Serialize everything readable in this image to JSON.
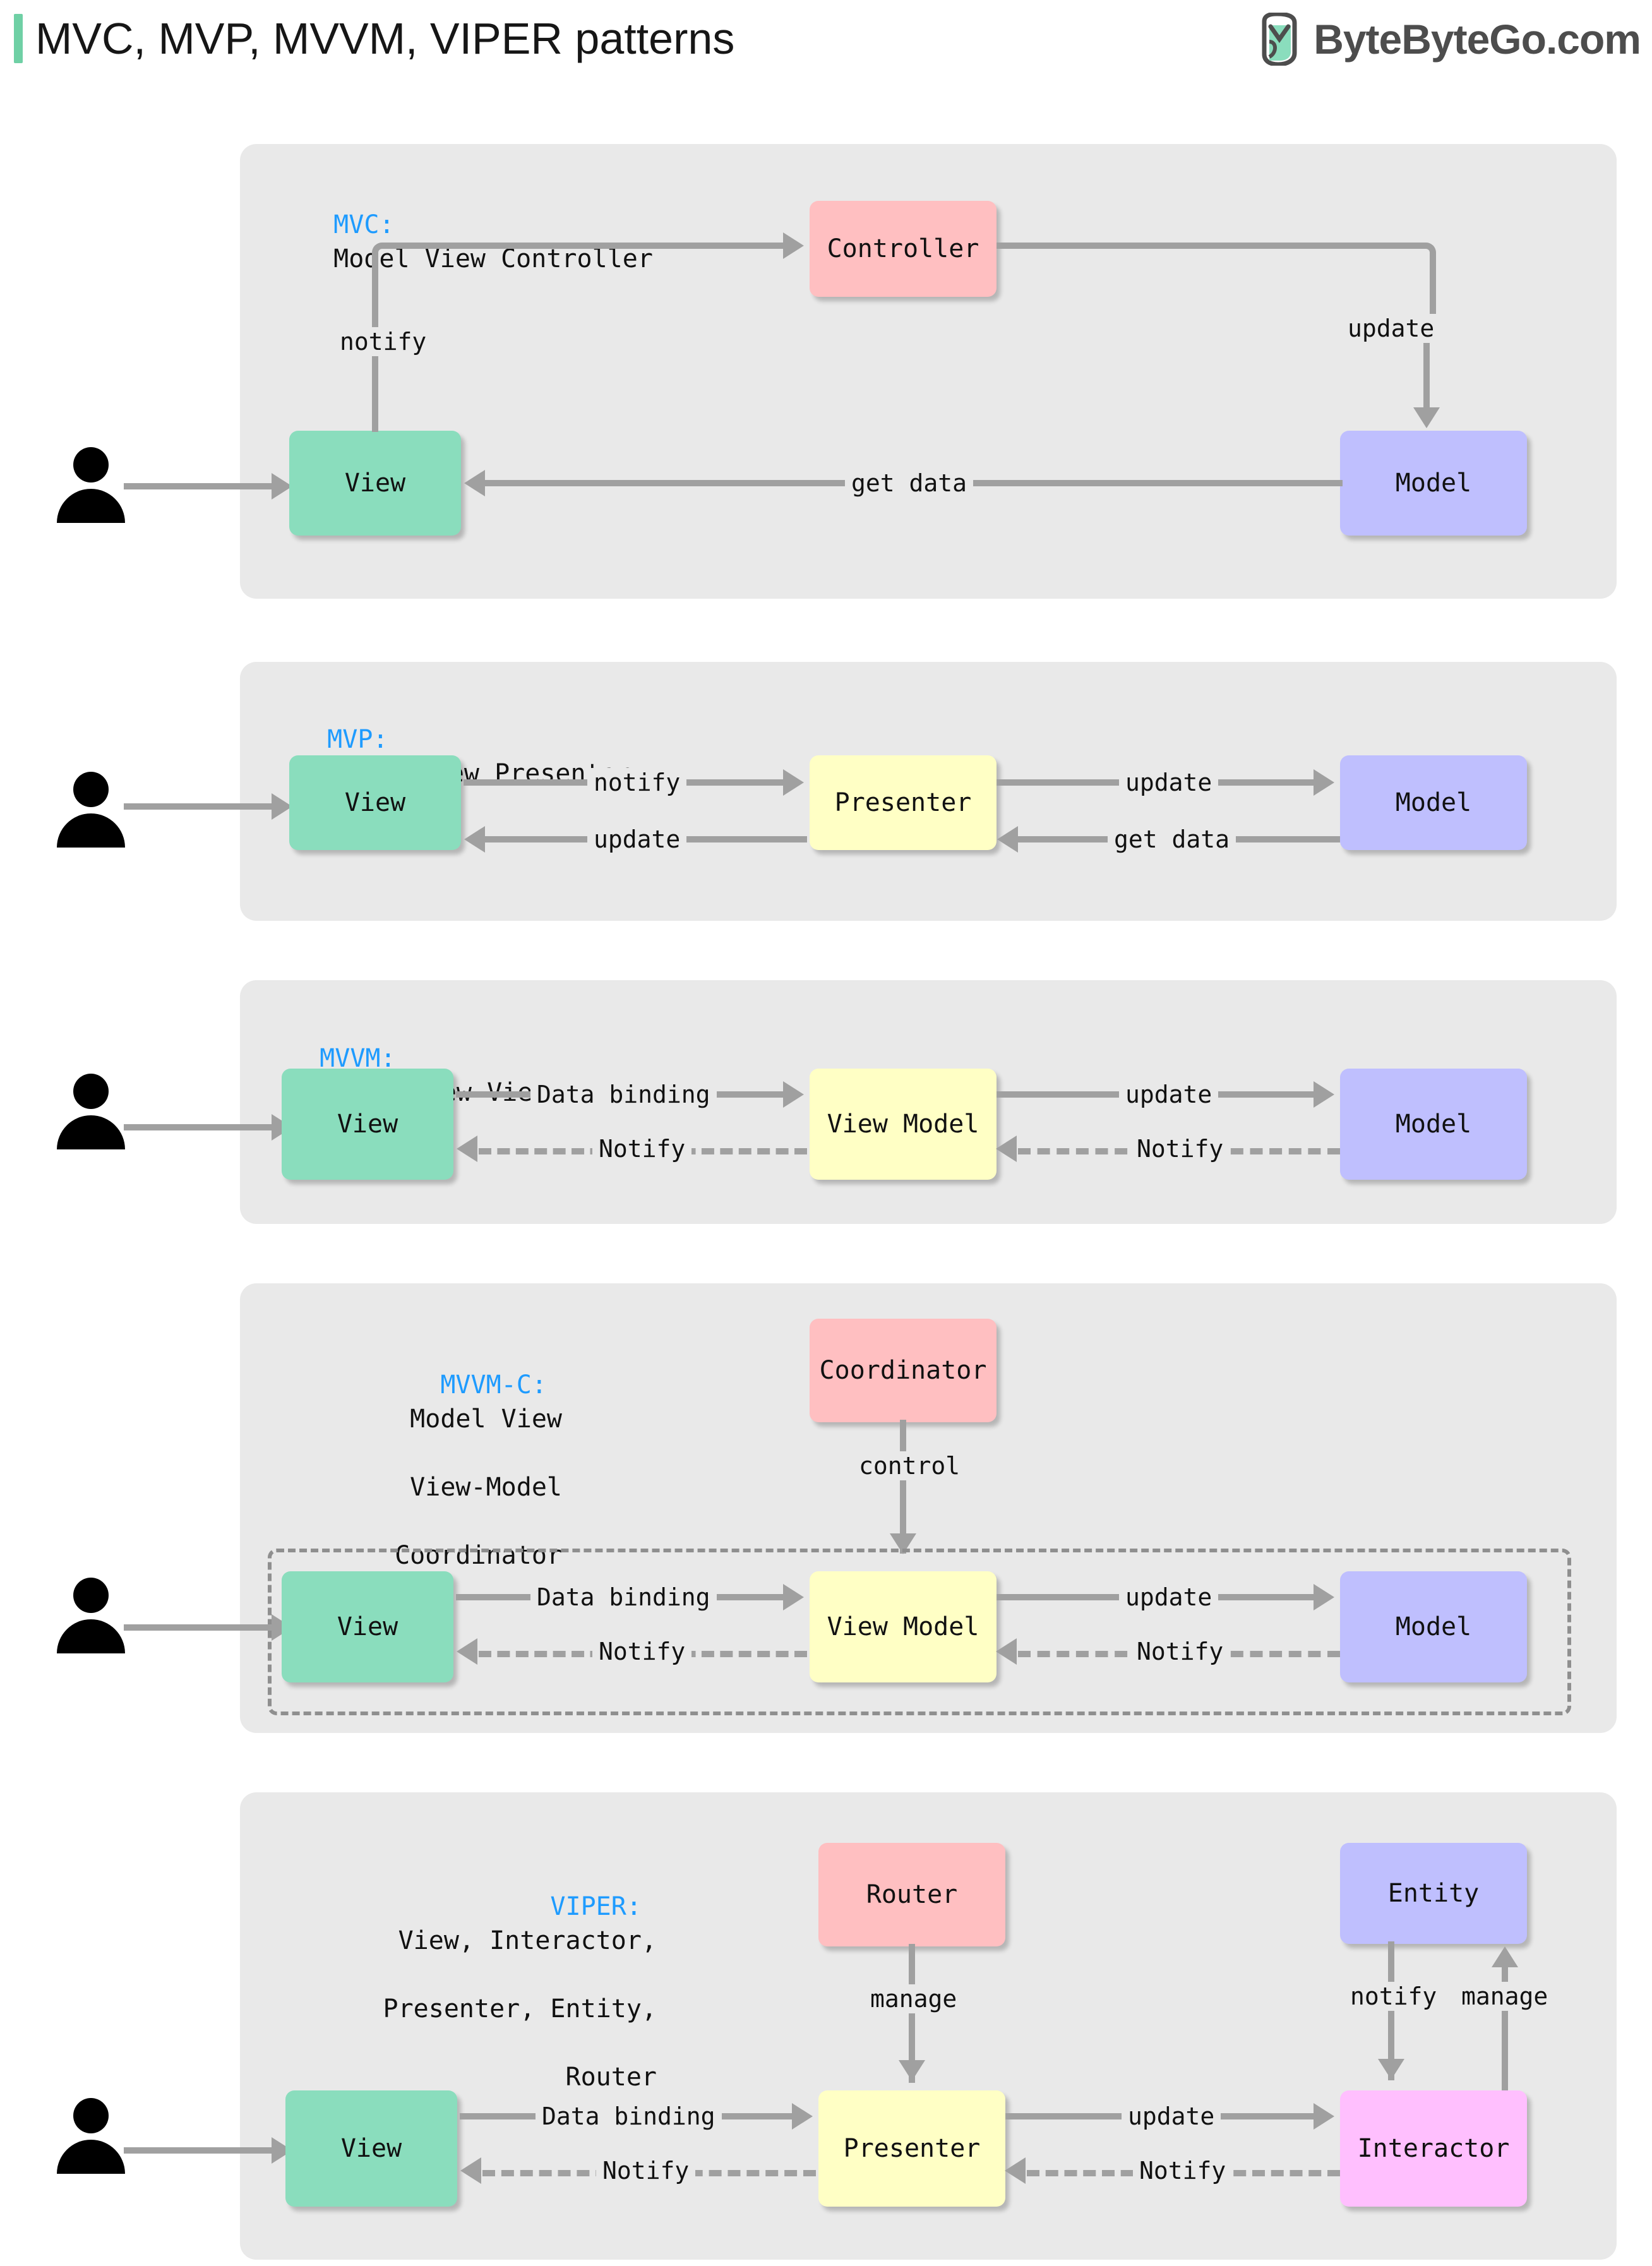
{
  "header": {
    "title": "MVC, MVP, MVVM, VIPER patterns",
    "brand_text": "ByteByteGo.com",
    "brand_icon": "bytebytego-logo-icon",
    "accent_color": "#6fd0a5"
  },
  "colors": {
    "panel_bg": "#e9e9e9",
    "view": "#8addbd",
    "model": "#bfbffe",
    "controller": "#ffbfc1",
    "presenter": "#ffffc5",
    "interactor": "#ffbffe",
    "connector": "#a0a0a0",
    "code_blue": "#1e9bff"
  },
  "sections": [
    {
      "id": "mvc",
      "code": "MVC:",
      "title_lines": [
        "Model View Controller"
      ],
      "actor": "user-actor",
      "nodes": [
        {
          "id": "view",
          "label": "View"
        },
        {
          "id": "controller",
          "label": "Controller"
        },
        {
          "id": "model",
          "label": "Model"
        }
      ],
      "edges": [
        {
          "from": "view",
          "to": "controller",
          "label": "notify",
          "style": "solid"
        },
        {
          "from": "controller",
          "to": "model",
          "label": "update",
          "style": "solid"
        },
        {
          "from": "model",
          "to": "view",
          "label": "get data",
          "style": "solid"
        }
      ]
    },
    {
      "id": "mvp",
      "code": "MVP:",
      "title_lines": [
        "Model View Presenter"
      ],
      "actor": "user-actor",
      "nodes": [
        {
          "id": "view",
          "label": "View"
        },
        {
          "id": "presenter",
          "label": "Presenter"
        },
        {
          "id": "model",
          "label": "Model"
        }
      ],
      "edges": [
        {
          "from": "view",
          "to": "presenter",
          "label": "notify",
          "style": "solid"
        },
        {
          "from": "presenter",
          "to": "view",
          "label": "update",
          "style": "solid"
        },
        {
          "from": "presenter",
          "to": "model",
          "label": "update",
          "style": "solid"
        },
        {
          "from": "model",
          "to": "presenter",
          "label": "get data",
          "style": "solid"
        }
      ]
    },
    {
      "id": "mvvm",
      "code": "MVVM:",
      "title_lines": [
        "Model View View-Model"
      ],
      "actor": "user-actor",
      "nodes": [
        {
          "id": "view",
          "label": "View"
        },
        {
          "id": "viewmodel",
          "label": "View Model"
        },
        {
          "id": "model",
          "label": "Model"
        }
      ],
      "edges": [
        {
          "from": "view",
          "to": "viewmodel",
          "label": "Data binding",
          "style": "solid"
        },
        {
          "from": "viewmodel",
          "to": "view",
          "label": "Notify",
          "style": "dashed"
        },
        {
          "from": "viewmodel",
          "to": "model",
          "label": "update",
          "style": "solid"
        },
        {
          "from": "model",
          "to": "viewmodel",
          "label": "Notify",
          "style": "dashed"
        }
      ]
    },
    {
      "id": "mvvmc",
      "code": "MVVM-C:",
      "title_lines": [
        "Model View",
        "View-Model",
        "Coordinator"
      ],
      "actor": "user-actor",
      "nodes": [
        {
          "id": "coordinator",
          "label": "Coordinator"
        },
        {
          "id": "view",
          "label": "View"
        },
        {
          "id": "viewmodel",
          "label": "View Model"
        },
        {
          "id": "model",
          "label": "Model"
        }
      ],
      "edges": [
        {
          "from": "coordinator",
          "to": "group",
          "label": "control",
          "style": "solid"
        },
        {
          "from": "view",
          "to": "viewmodel",
          "label": "Data binding",
          "style": "solid"
        },
        {
          "from": "viewmodel",
          "to": "view",
          "label": "Notify",
          "style": "dashed"
        },
        {
          "from": "viewmodel",
          "to": "model",
          "label": "update",
          "style": "solid"
        },
        {
          "from": "model",
          "to": "viewmodel",
          "label": "Notify",
          "style": "dashed"
        }
      ]
    },
    {
      "id": "viper",
      "code": "VIPER:",
      "title_lines": [
        "View, Interactor,",
        "Presenter, Entity,",
        "Router"
      ],
      "actor": "user-actor",
      "nodes": [
        {
          "id": "router",
          "label": "Router"
        },
        {
          "id": "entity",
          "label": "Entity"
        },
        {
          "id": "view",
          "label": "View"
        },
        {
          "id": "presenter",
          "label": "Presenter"
        },
        {
          "id": "interactor",
          "label": "Interactor"
        }
      ],
      "edges": [
        {
          "from": "router",
          "to": "presenter",
          "label": "manage",
          "style": "solid"
        },
        {
          "from": "entity",
          "to": "interactor",
          "label": "notify",
          "style": "solid"
        },
        {
          "from": "interactor",
          "to": "entity",
          "label": "manage",
          "style": "solid"
        },
        {
          "from": "view",
          "to": "presenter",
          "label": "Data binding",
          "style": "solid"
        },
        {
          "from": "presenter",
          "to": "view",
          "label": "Notify",
          "style": "dashed"
        },
        {
          "from": "presenter",
          "to": "interactor",
          "label": "update",
          "style": "solid"
        },
        {
          "from": "interactor",
          "to": "presenter",
          "label": "Notify",
          "style": "dashed"
        }
      ]
    }
  ]
}
